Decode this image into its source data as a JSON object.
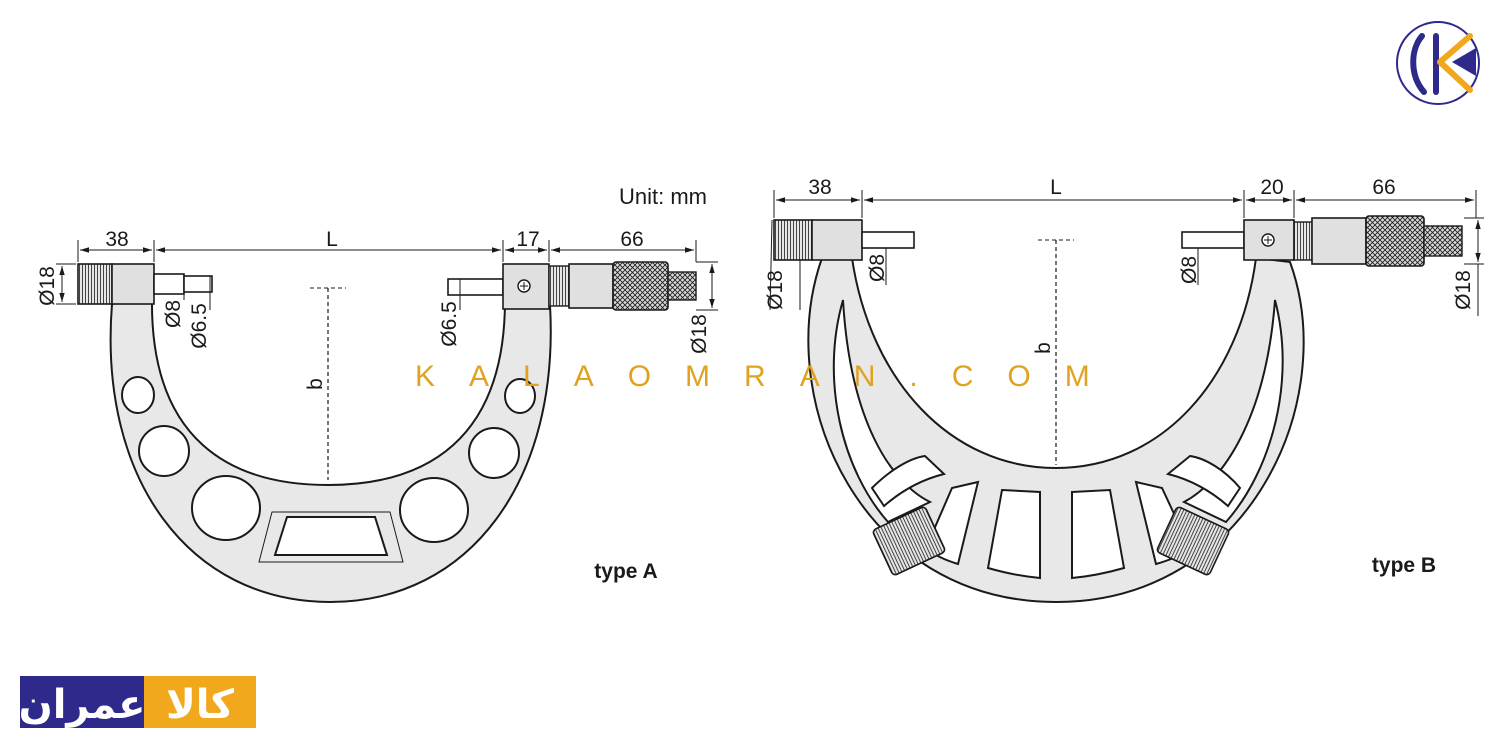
{
  "unit_label": "Unit: mm",
  "watermark": "KALAOMRAN.COM",
  "brand": {
    "logo_icon": "k-circle-logo-icon",
    "name_part1": "کالا",
    "name_part2": "عمران",
    "colors": {
      "navy": "#2e2a8c",
      "orange": "#f2a81d"
    }
  },
  "type_a": {
    "label": "type A",
    "dims": {
      "left_len": "38",
      "main_len": "L",
      "right_gap": "17",
      "right_len": "66",
      "depth": "b",
      "left_dia_outer": "Ø18",
      "anvil_dia": "Ø8",
      "anvil_tip_dia": "Ø6.5",
      "spindle_tip_dia": "Ø6.5",
      "right_dia": "Ø18"
    }
  },
  "type_b": {
    "label": "type B",
    "dims": {
      "left_len": "38",
      "main_len": "L",
      "right_gap": "20",
      "right_len": "66",
      "depth": "b",
      "left_dia": "Ø18",
      "anvil_dia": "Ø8",
      "spindle_dia": "Ø8",
      "right_dia": "Ø18"
    }
  }
}
